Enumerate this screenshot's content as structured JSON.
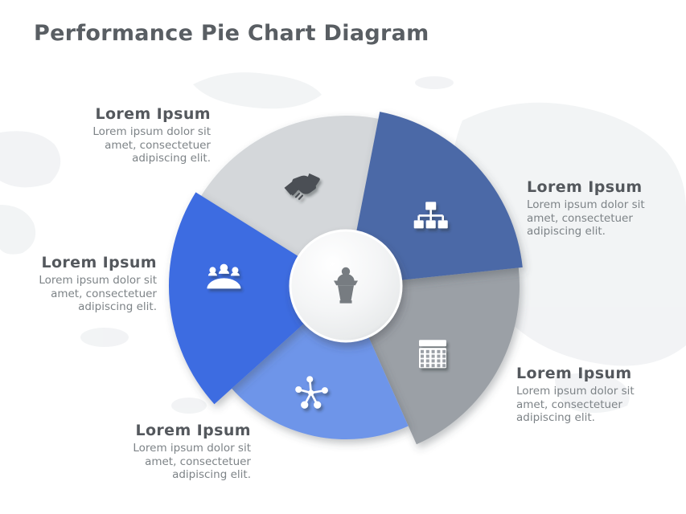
{
  "slide": {
    "title": "Performance Pie Chart Diagram",
    "background_color": "#ffffff"
  },
  "watermark": {
    "type": "world-map",
    "color": "#eff1f3"
  },
  "text_colors": {
    "title": "#595e63",
    "heading": "#54585d",
    "body": "#7d8387"
  },
  "chart_data": {
    "type": "pie",
    "style": "radial-offset-pie",
    "segment_count": 5,
    "center": {
      "icon": "podium-speaker-icon",
      "icon_color": "#777c81",
      "radius": 69,
      "fill_gradient": [
        "#ffffff",
        "#d7d9db"
      ]
    },
    "segments": [
      {
        "id": "top-left",
        "label": "Lorem Ipsum",
        "description": "Lorem ipsum dolor sit amet, consectetuer adipiscing elit.",
        "color": "#d4d7da",
        "icon": "handshake-icon",
        "icon_color": "#4b5054",
        "start_angle": 212,
        "end_angle": 281,
        "outer_radius": 212,
        "icon_angle": 247,
        "icon_radius": 137,
        "paint_order": 0
      },
      {
        "id": "top-right",
        "label": "Lorem Ipsum",
        "description": "Lorem ipsum dolor sit amet, consectetuer adipiscing elit.",
        "color": "#4b69a7",
        "icon": "org-chart-icon",
        "icon_color": "#ffffff",
        "start_angle": -79,
        "end_angle": -6,
        "outer_radius": 221,
        "icon_angle": -39,
        "icon_radius": 136,
        "paint_order": 2
      },
      {
        "id": "bottom-right",
        "label": "Lorem Ipsum",
        "description": "Lorem ipsum dolor sit amet, consectetuer adipiscing elit.",
        "color": "#9ba0a6",
        "icon": "calendar-icon",
        "icon_color": "#ffffff",
        "start_angle": -6,
        "end_angle": 66,
        "outer_radius": 216,
        "icon_angle": 38,
        "icon_radius": 137,
        "paint_order": 1
      },
      {
        "id": "bottom-left",
        "label": "Lorem Ipsum",
        "description": "Lorem ipsum dolor sit amet, consectetuer adipiscing elit.",
        "color": "#6e95e9",
        "icon": "molecule-icon",
        "icon_color": "#ffffff",
        "start_angle": 66,
        "end_angle": 138,
        "outer_radius": 191,
        "icon_angle": 108,
        "icon_radius": 140,
        "paint_order": 3
      },
      {
        "id": "left",
        "label": "Lorem Ipsum",
        "description": "Lorem ipsum dolor sit amet, consectetuer adipiscing elit.",
        "color": "#3e6ce1",
        "icon": "meeting-icon",
        "icon_color": "#ffffff",
        "start_angle": 138,
        "end_angle": 212,
        "outer_radius": 220,
        "icon_angle": 184,
        "icon_radius": 152,
        "paint_order": 4
      }
    ]
  }
}
